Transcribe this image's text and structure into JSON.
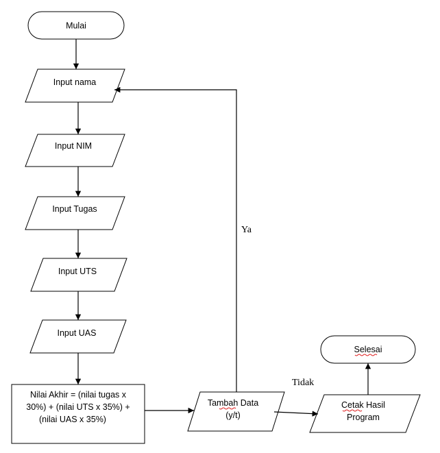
{
  "nodes": {
    "start": "Mulai",
    "input_nama": "Input nama",
    "input_nim": "Input NIM",
    "input_tugas": "Input Tugas",
    "input_uts": "Input UTS",
    "input_uas": "Input UAS",
    "process": {
      "line1": "Nilai Akhir = (nilai tugas x",
      "line2": "30%) + (nilai UTS x 35%) +",
      "line3": "(nilai UAS x 35%)"
    },
    "decision": {
      "line1": "Tambah Data",
      "line2": "(y/t)"
    },
    "output": {
      "line1": "Cetak Hasil",
      "line2": "Program"
    },
    "end": "Selesai"
  },
  "edges": {
    "yes_label": "Ya",
    "no_label": "Tidak"
  },
  "colors": {
    "stroke": "#000000",
    "fill": "#ffffff",
    "spellcheck_underline": "#e02020"
  }
}
